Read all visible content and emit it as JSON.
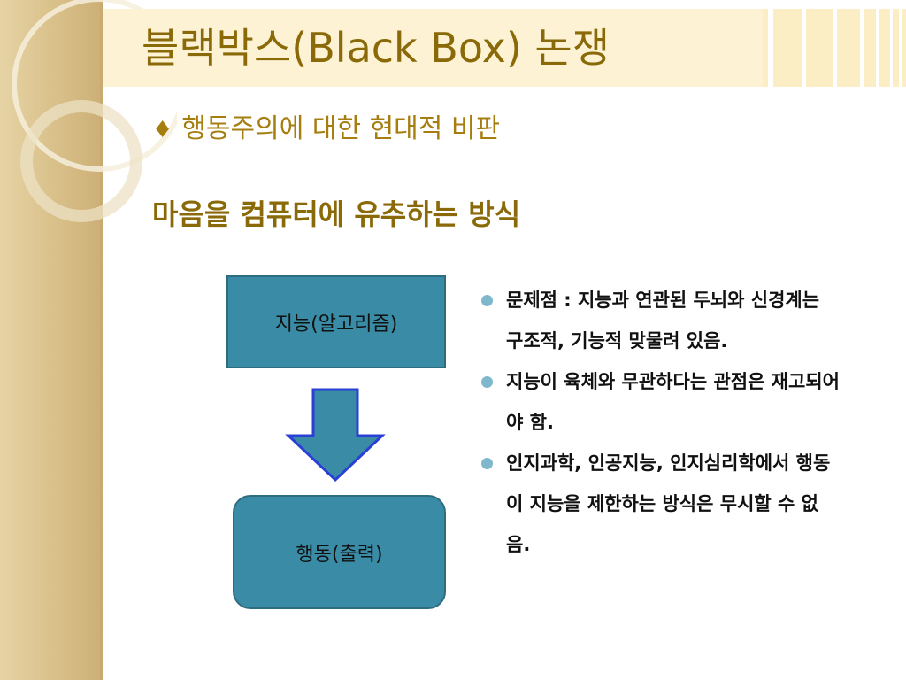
{
  "slide": {
    "title": "블랙박스(Black Box) 논쟁",
    "subhead_bullet": "♦",
    "subhead": "행동주의에 대한 현대적 비판",
    "emphasis": "마음을 컴퓨터에 유추하는 방식"
  },
  "diagram": {
    "top_box": "지능(알고리즘)",
    "bottom_box": "행동(출력)",
    "arrow_direction": "down"
  },
  "bullets": [
    "문제점 : 지능과 연관된 두뇌와 신경계는 구조적, 기능적 맞물려 있음.",
    "지능이 육체와 무관하다는 관점은 재고되어야 함.",
    "인지과학, 인공지능, 인지심리학에서 행동이 지능을 제한하는 방식은 무시할 수 없음."
  ],
  "colors": {
    "title": "#8a6a08",
    "subhead": "#a67e10",
    "box_fill": "#3a8ca6",
    "arrow_fill": "#3a8ca6",
    "arrow_stroke": "#2a3fd6",
    "bullet_dot": "#7fb8cc",
    "side_panel": "#d9c08a",
    "title_band": "#fdf3d4"
  }
}
